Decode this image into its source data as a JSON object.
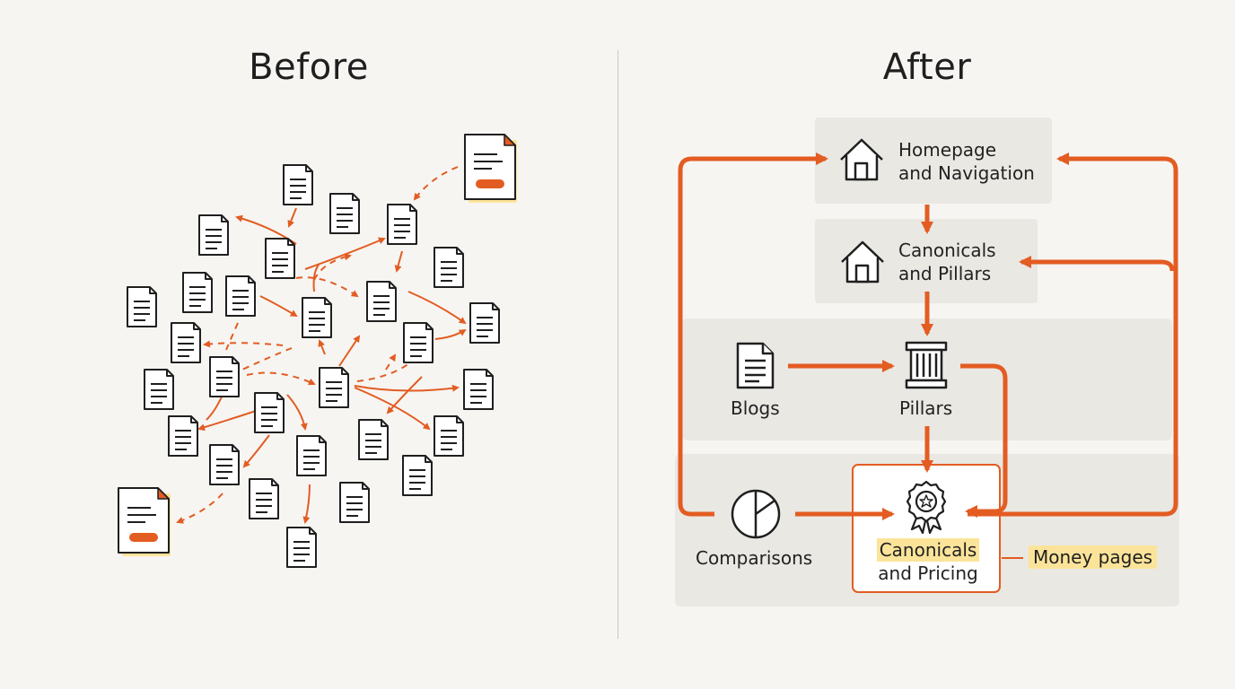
{
  "headings": {
    "before": "Before",
    "after": "After"
  },
  "after": {
    "homepage": {
      "line1": "Homepage",
      "line2": "and Navigation"
    },
    "canonicals_pillars": {
      "line1": "Canonicals",
      "line2": "and Pillars"
    },
    "blogs": "Blogs",
    "pillars": "Pillars",
    "comparisons": "Comparisons",
    "canonicals_pricing": {
      "line1": "Canonicals",
      "line2": "and Pricing"
    },
    "money_pages": "Money pages"
  },
  "colors": {
    "accent": "#e35c22",
    "highlight": "#fbe49a",
    "panel": "#e9e8e3",
    "ink": "#1f1f1f"
  }
}
